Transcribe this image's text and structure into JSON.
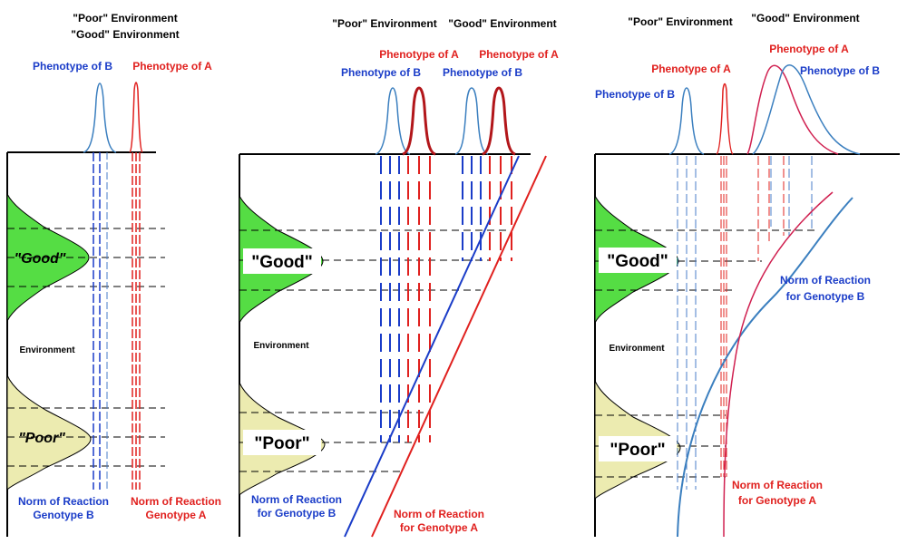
{
  "panel1": {
    "poor_env": "\"Poor\" Environment",
    "good_env": "\"Good\" Environment",
    "phenotype_b": "Phenotype of B",
    "phenotype_a": "Phenotype of A",
    "good": "\"Good\"",
    "poor": "\"Poor\"",
    "environment": "Environment",
    "norm_b_line1": "Norm of Reaction",
    "norm_b_line2": "Genotype B",
    "norm_a_line1": "Norm of Reaction",
    "norm_a_line2": "Genotype A"
  },
  "panel2": {
    "poor_env": "\"Poor\" Environment",
    "good_env": "\"Good\" Environment",
    "phenotype_a_1": "Phenotype of A",
    "phenotype_a_2": "Phenotype of A",
    "phenotype_b_1": "Phenotype of B",
    "phenotype_b_2": "Phenotype of B",
    "good": "\"Good\"",
    "poor": "\"Poor\"",
    "environment": "Environment",
    "norm_b_line1": "Norm of Reaction",
    "norm_b_line2": "for Genotype B",
    "norm_a_line1": "Norm of Reaction",
    "norm_a_line2": "for Genotype A"
  },
  "panel3": {
    "poor_env": "\"Poor\" Environment",
    "good_env": "\"Good\" Environment",
    "phenotype_a_1": "Phenotype of A",
    "phenotype_a_2": "Phenotype of A",
    "phenotype_b_1": "Phenotype of B",
    "phenotype_b_2": "Phenotype of B",
    "good": "\"Good\"",
    "poor": "\"Poor\"",
    "environment": "Environment",
    "norm_b_line1": "Norm of Reaction",
    "norm_b_line2": "for Genotype B",
    "norm_a_line1": "Norm of Reaction",
    "norm_a_line2": "for Genotype A"
  },
  "colors": {
    "genotype_b": "#1a3cc8",
    "genotype_a": "#e0201e",
    "good_fill": "#55dd44",
    "poor_fill": "#ecebb0"
  }
}
